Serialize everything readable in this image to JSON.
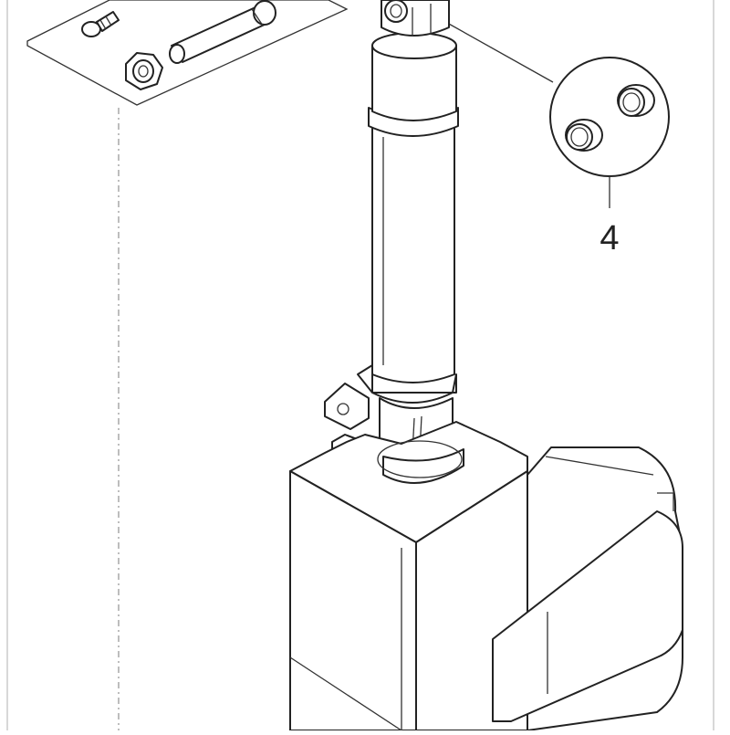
{
  "diagram": {
    "callouts": [
      {
        "label": "4"
      }
    ],
    "parts": [
      "screw",
      "pin",
      "nut",
      "clevis-eye",
      "piston-rod",
      "outer-tube",
      "mounting-bracket",
      "motor-housing",
      "gearbox-cover",
      "bushing-ring-left",
      "bushing-ring-right"
    ]
  }
}
